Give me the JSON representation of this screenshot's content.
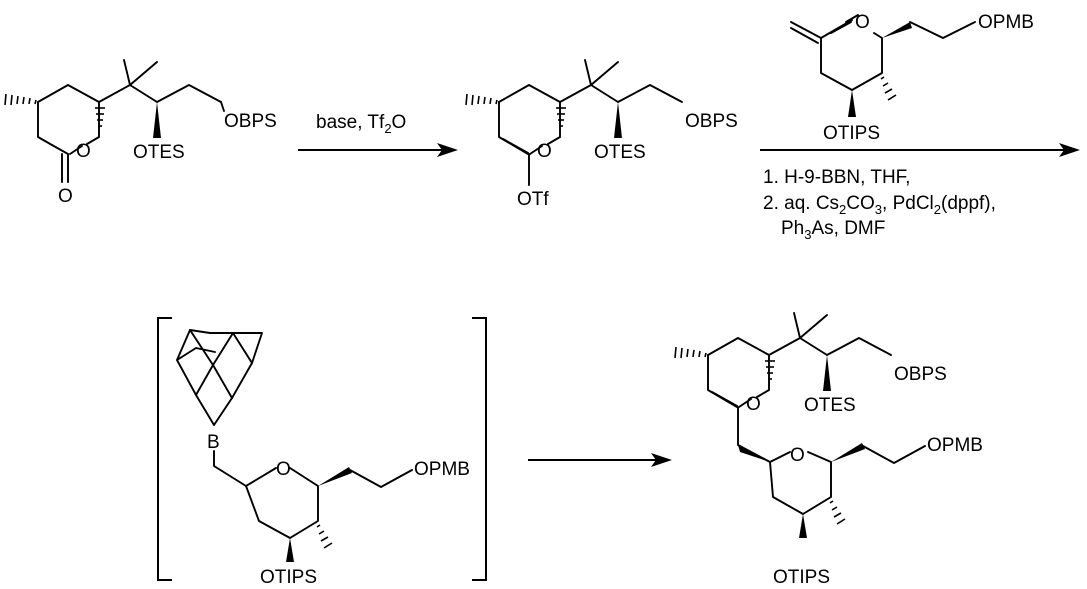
{
  "labels": {
    "o": "O",
    "obps": "OBPS",
    "otes": "OTES",
    "otf": "OTf",
    "otips": "OTIPS",
    "opmb": "OPMB",
    "b": "B"
  },
  "step1": {
    "reagent_main": "base, Tf",
    "reagent_sub": "2",
    "reagent_tail": "O"
  },
  "step2": {
    "line1": "1. H-9-BBN, THF,",
    "line2_a": "2. aq. Cs",
    "line2_sub1": "2",
    "line2_b": "CO",
    "line2_sub2": "3",
    "line2_c": ", PdCl",
    "line2_sub3": "2",
    "line2_d": "(dppf),",
    "line3_a": "Ph",
    "line3_sub": "3",
    "line3_b": "As, DMF"
  },
  "colors": {
    "ink": "#000000",
    "background": "#ffffff"
  }
}
